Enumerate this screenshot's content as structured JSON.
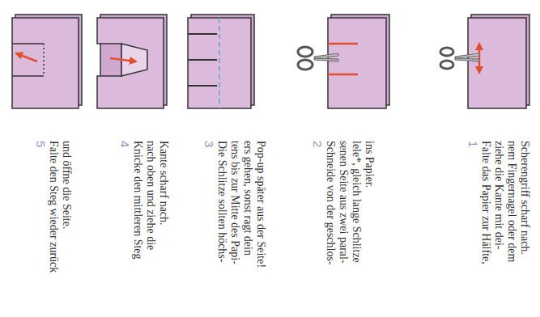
{
  "diagram": {
    "labels": [
      "1",
      "Falte das Papier zur Hälfte, ziehe die Kante mit dei- nem Fingernagel oder dem Scherengriff scharf nach.",
      "2",
      "Schneide von der geschlos- senen Seite aus zwei paral- lele*, gleich lange Schlitze ins Papier.",
      "3",
      "Die Schlitze sollten höchs- tens bis zur Mitte des Papi- ers gehen, sonst ragt dein Pop-up später aus der Seite!",
      "4",
      "Knicke den mittleren Steg nach oben und ziehe die Kante scharf nach.",
      "5",
      "Falte den Steg wieder zurück und öffne die Seite."
    ]
  }
}
